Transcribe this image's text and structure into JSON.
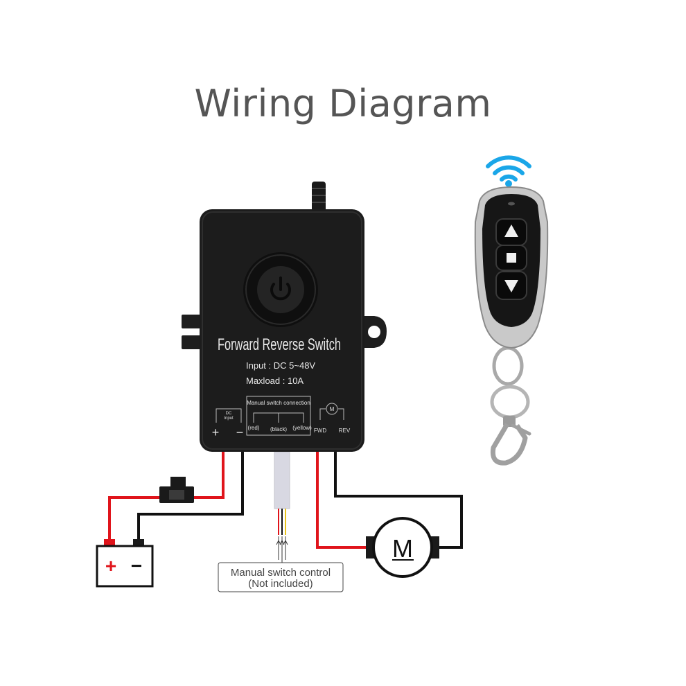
{
  "title": "Wiring Diagram",
  "device": {
    "name": "Forward Reverse Switch",
    "input": "Input : DC 5~48V",
    "maxload": "Maxload : 10A",
    "manual_label": "Manual switch connection",
    "dc_label_1": "DC",
    "dc_label_2": "Input",
    "plus": "+",
    "minus": "−",
    "wire_red": "(red)",
    "wire_black": "(black)",
    "wire_yellow": "(yellow)",
    "motor_mini": "M",
    "fwd": "FWD",
    "rev": "REV"
  },
  "battery": {
    "plus": "+",
    "minus": "−"
  },
  "motor": {
    "label": "M"
  },
  "callout": {
    "line1": "Manual switch control",
    "line2": "(Not included)"
  },
  "colors": {
    "wire_red": "#e0141b",
    "wire_black": "#111111",
    "wifi": "#1aa6e8",
    "title": "#555555"
  },
  "icons": [
    "power-button-icon",
    "wifi-icon",
    "arrow-up-icon",
    "stop-icon",
    "arrow-down-icon",
    "fuse-icon"
  ]
}
